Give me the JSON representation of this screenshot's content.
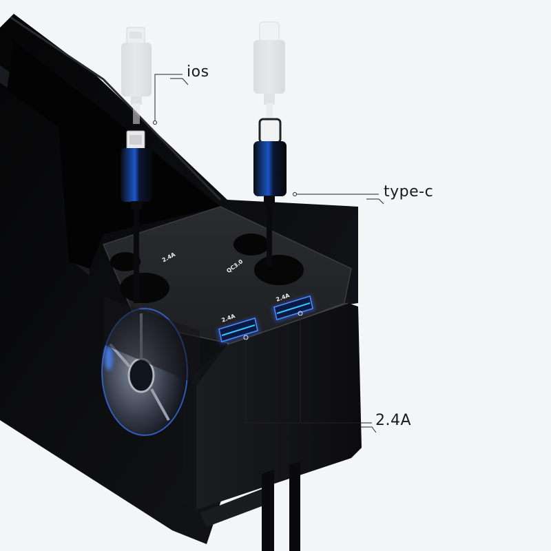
{
  "product": {
    "description": "Car seat gap organizer with built-in charging ports and retractable cables",
    "body_color": "#0d0e10",
    "accent_glow": "#2f6bff",
    "background": "#f4f5f7"
  },
  "callouts": {
    "ios": "ios",
    "type_c": "type-c",
    "usb": "2.4A"
  },
  "port_labels": {
    "lightning_port": "2.4A",
    "typec_port": "QC3.0",
    "usb_port_1": "2.4A",
    "usb_port_2": "2.4A"
  }
}
